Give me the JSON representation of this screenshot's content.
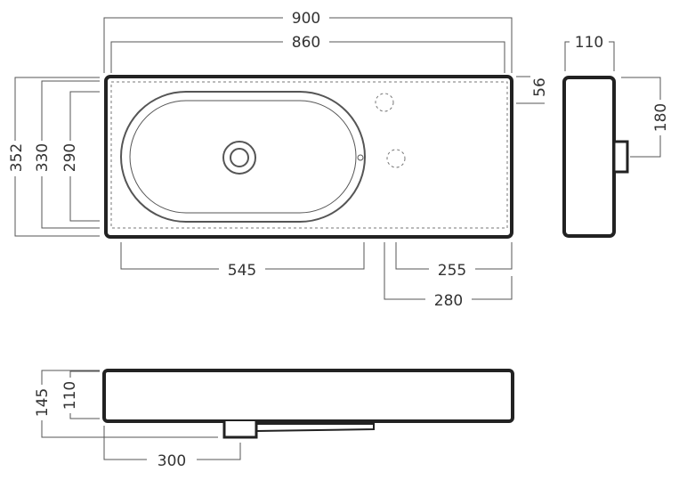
{
  "drawing": {
    "top_view": {
      "overall_width": "900",
      "inner_width": "860",
      "overall_depth": "352",
      "mid_depth": "330",
      "inner_depth": "290",
      "left_offset": "545",
      "right_offset": "255",
      "right_outer_offset": "280",
      "rim_offset": "56"
    },
    "side_view": {
      "width": "110",
      "overflow_height": "180"
    },
    "front_view": {
      "overall_height": "145",
      "body_height": "110",
      "drain_offset": "300"
    },
    "colors": {
      "outline": "#222222",
      "dimension": "#555555",
      "background": "#ffffff"
    }
  }
}
